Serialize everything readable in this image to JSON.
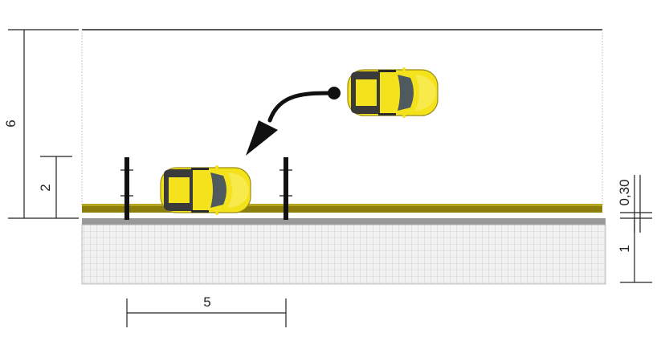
{
  "dimensions": {
    "road_width": "6",
    "bay_depth": "2",
    "bay_length": "5",
    "kerb_line": "0,30",
    "sidewalk": "1"
  },
  "colors": {
    "car_body": "#f4e21c",
    "car_window": "#4f5a5e",
    "curb_line": "#8c7e0c",
    "kerb_gray": "#999999",
    "sidewalk_grid": "#c8c8c8",
    "arrow": "#111111"
  },
  "icons": {
    "car": "car-top-view-icon",
    "arrow": "curved-arrow-icon"
  }
}
